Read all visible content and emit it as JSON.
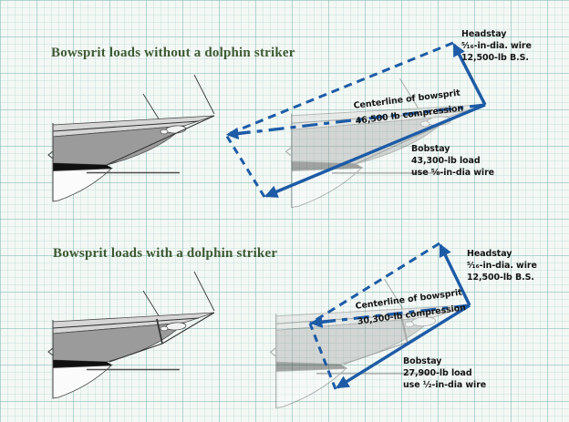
{
  "colors": {
    "vector_blue": "#1d5ba6",
    "title_green": "#3d5a33",
    "label_ink": "#151515",
    "grid_teal": "#86bcb6",
    "hull_gray": "#9b9b9b",
    "deck_gray": "#d6d6d6"
  },
  "panels": [
    {
      "title": "Bowsprit loads without a dolphin striker",
      "headstay": {
        "line1": "Headstay",
        "line2": "⁵⁄₁₆-in-dia. wire",
        "line3": "12,500-lb B.S."
      },
      "centerline": {
        "line1": "Centerline of bowsprit",
        "line2": "46,500 lb compression"
      },
      "bobstay": {
        "line1": "Bobstay",
        "line2": "43,300-lb load",
        "line3": "use ⁵⁄₈-in-dia wire"
      }
    },
    {
      "title": "Bowsprit loads with a dolphin striker",
      "headstay": {
        "line1": "Headstay",
        "line2": "⁵⁄₁₆-in-dia. wire",
        "line3": "12,500-lb B.S."
      },
      "centerline": {
        "line1": "Centerline of bowsprit",
        "line2": "30,300-lb compression"
      },
      "bobstay": {
        "line1": "Bobstay",
        "line2": "27,900-lb load",
        "line3": "use ½-in-dia wire"
      }
    }
  ]
}
